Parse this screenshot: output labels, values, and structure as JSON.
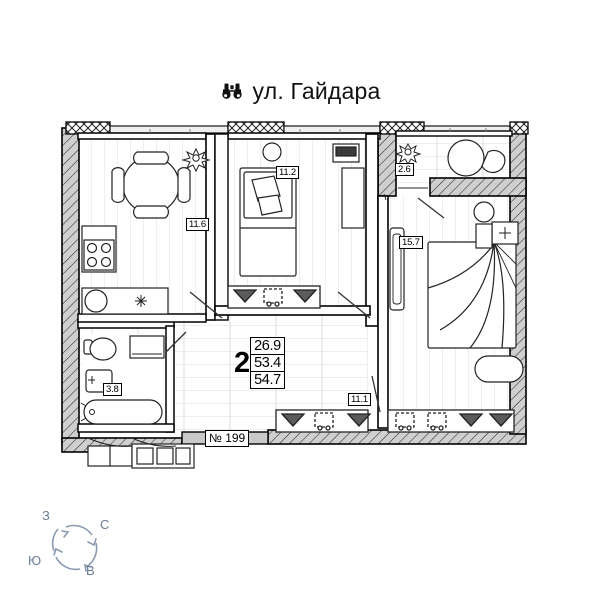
{
  "header": {
    "icon": "binoculars-icon",
    "street_title": "ул. Гайдара"
  },
  "plan": {
    "apartment_number": "№ 199",
    "rooms_count": "2",
    "summary_areas": {
      "living_area": "26.9",
      "area_without_balcony": "53.4",
      "total_area": "54.7"
    },
    "room_tags": [
      {
        "name": "kitchen",
        "area": "11.6"
      },
      {
        "name": "living-room",
        "area": "11.2"
      },
      {
        "name": "balcony",
        "area": "2.6"
      },
      {
        "name": "bedroom",
        "area": "15.7"
      },
      {
        "name": "bathroom",
        "area": "3.8"
      },
      {
        "name": "hallway",
        "area": "11.1"
      }
    ]
  },
  "compass": {
    "west": "З",
    "north": "С",
    "south": "Ю",
    "east": "В"
  },
  "colors": {
    "ink": "#000000",
    "wall_fill": "#c9c9c9",
    "floor_line": "#d8d8d8",
    "compass": "#6b7d96"
  }
}
